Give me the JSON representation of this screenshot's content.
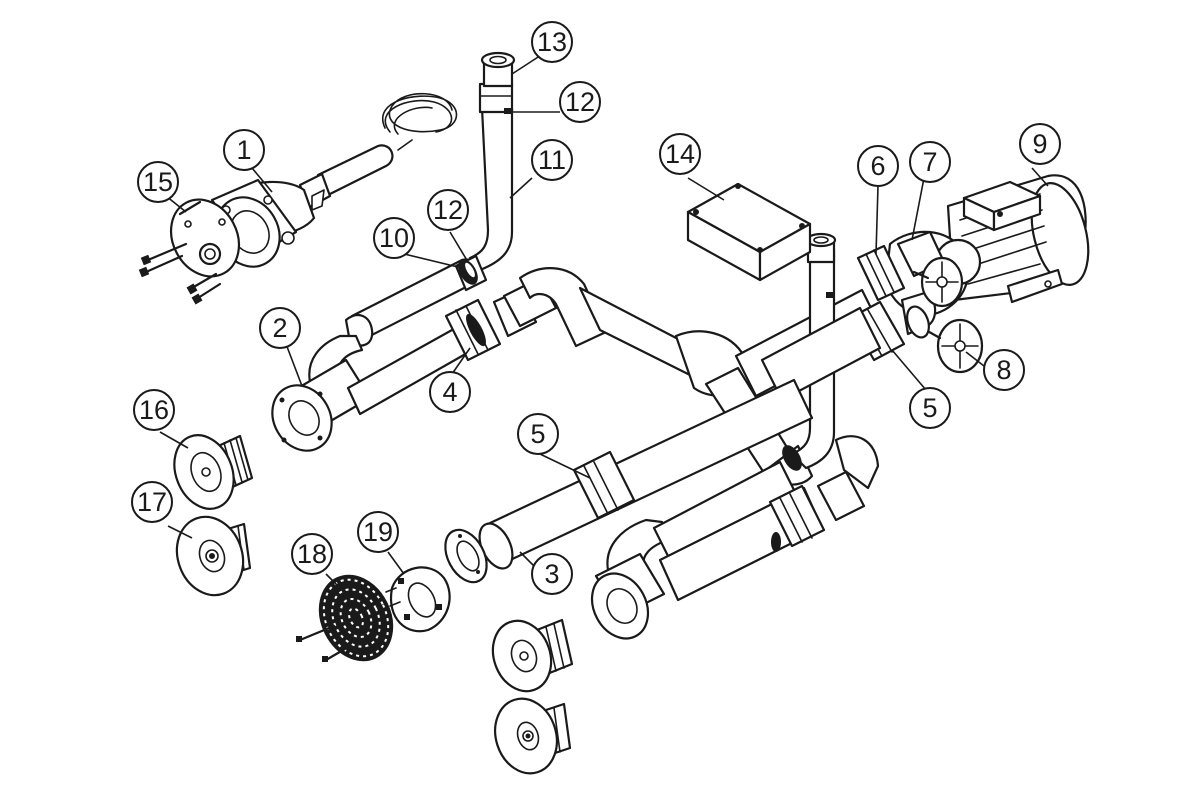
{
  "diagram": {
    "callouts": [
      {
        "id": "c1",
        "label": "1"
      },
      {
        "id": "c2",
        "label": "2"
      },
      {
        "id": "c3",
        "label": "3"
      },
      {
        "id": "c4",
        "label": "4"
      },
      {
        "id": "c5a",
        "label": "5"
      },
      {
        "id": "c5b",
        "label": "5"
      },
      {
        "id": "c6",
        "label": "6"
      },
      {
        "id": "c7",
        "label": "7"
      },
      {
        "id": "c8",
        "label": "8"
      },
      {
        "id": "c9",
        "label": "9"
      },
      {
        "id": "c10",
        "label": "10"
      },
      {
        "id": "c11",
        "label": "11"
      },
      {
        "id": "c12a",
        "label": "12"
      },
      {
        "id": "c12b",
        "label": "12"
      },
      {
        "id": "c13",
        "label": "13"
      },
      {
        "id": "c14",
        "label": "14"
      },
      {
        "id": "c15",
        "label": "15"
      },
      {
        "id": "c16",
        "label": "16"
      },
      {
        "id": "c17",
        "label": "17"
      },
      {
        "id": "c18",
        "label": "18"
      },
      {
        "id": "c19",
        "label": "19"
      }
    ]
  }
}
